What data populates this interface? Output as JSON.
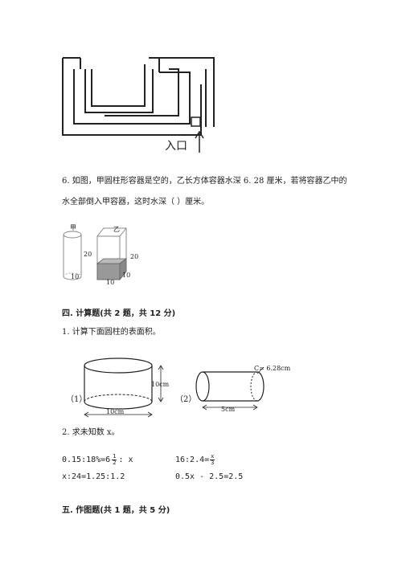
{
  "maze": {
    "entrance_label": "入口"
  },
  "q6": {
    "line1": "6. 如图，甲圆柱形容器是空的，乙长方体容器水深 6. 28 厘米，若将容器乙中的",
    "line2": "水全部倒入甲容器，这时水深（        ）厘米。",
    "fig": {
      "jia": "甲",
      "yi": "乙",
      "jia_height": "20",
      "jia_diam": "10",
      "yi_height": "20",
      "yi_width": "10",
      "yi_depth": "10"
    }
  },
  "section4": {
    "title": "四. 计算题(共 2 题，共 12 分)",
    "q1": "1. 计算下面圆柱的表面积。",
    "fig1": {
      "label": "（1）",
      "height": "10cm",
      "diameter": "10cm"
    },
    "fig2": {
      "label": "（2）",
      "circumference": "C= 6.28cm",
      "length": "5cm"
    },
    "q2": "2. 求未知数 x。",
    "eq1_pre": "0.15:18%=6",
    "eq1_num": "1",
    "eq1_den": "2",
    "eq1_post": ": x",
    "eq2_pre": "16:2.4=",
    "eq2_num": "x",
    "eq2_den": "3",
    "eq3": "x:24=1.25:1.2",
    "eq4": "0.5x - 2.5=2.5"
  },
  "section5": {
    "title": "五. 作图题(共 1 题，共 5 分)"
  }
}
